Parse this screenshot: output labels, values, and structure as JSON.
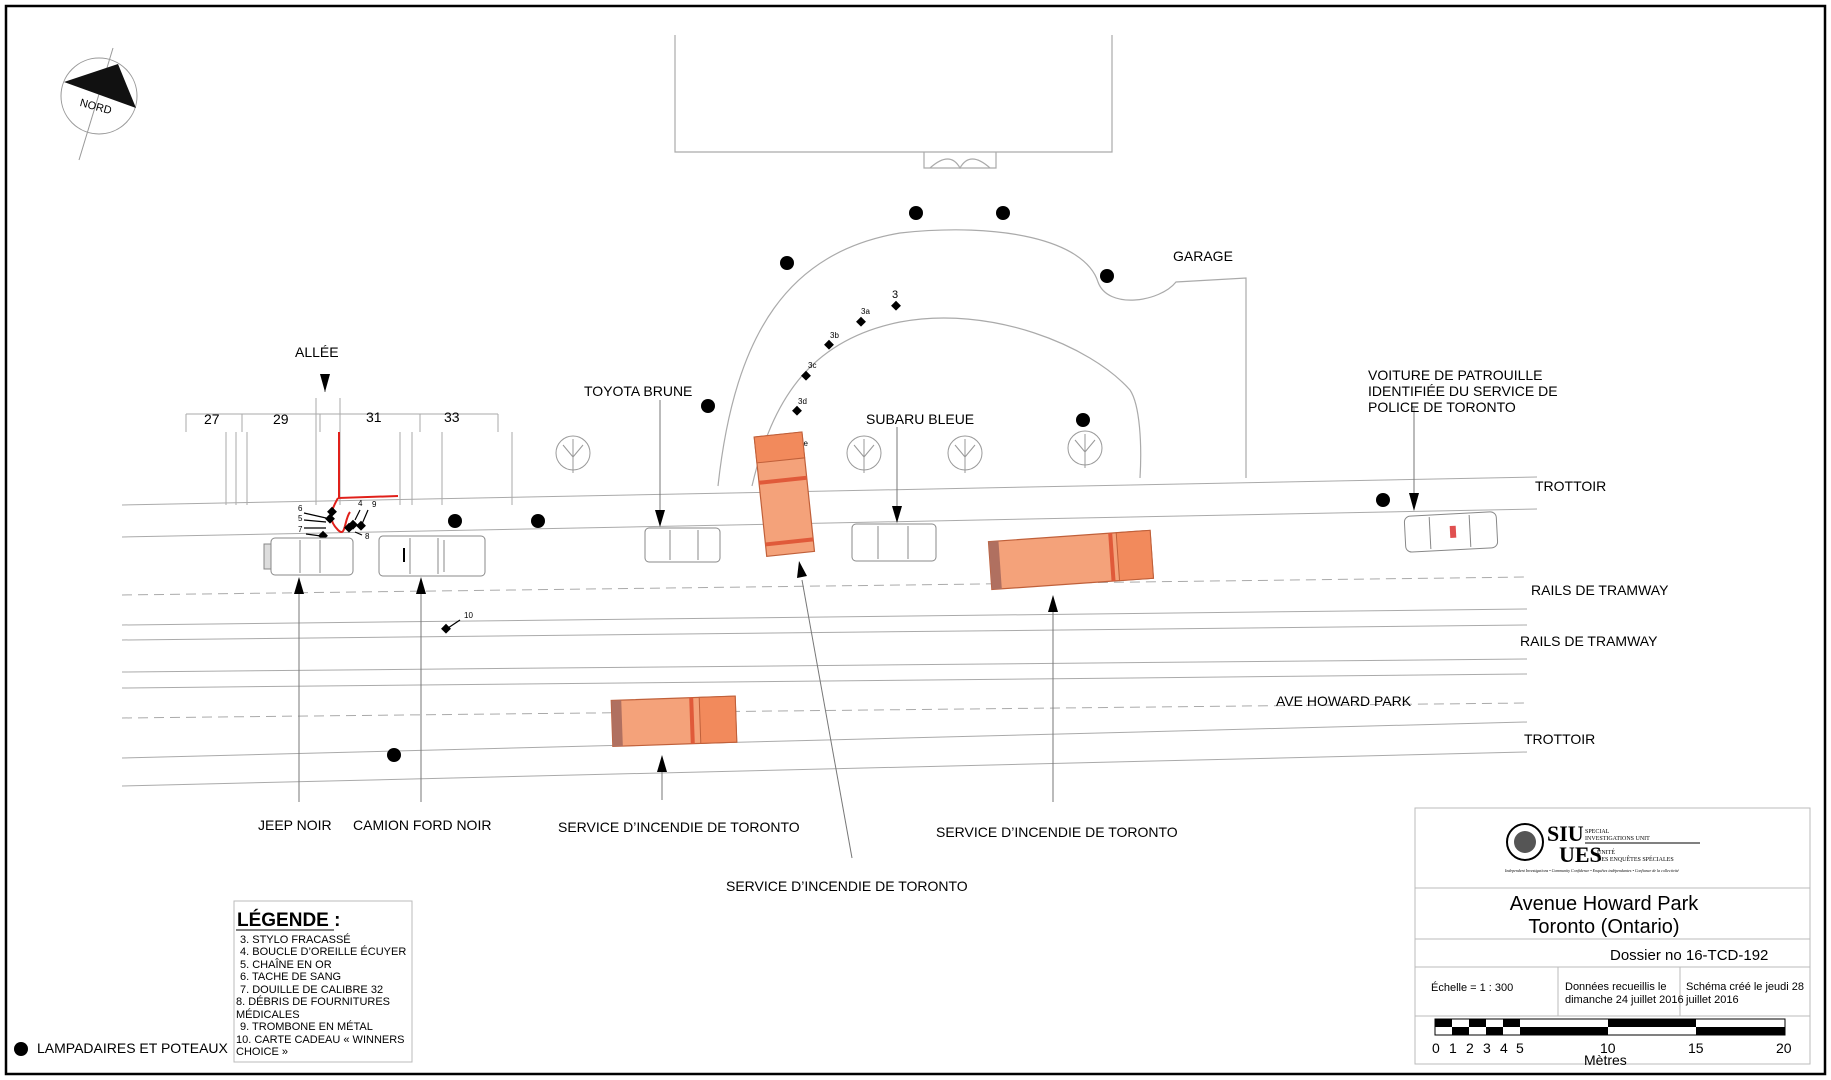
{
  "compass": {
    "label": "NORD"
  },
  "labels": {
    "allee": "ALLÉE",
    "n27": "27",
    "n29": "29",
    "n31": "31",
    "n33": "33",
    "toyota": "TOYOTA BRUNE",
    "subaru": "SUBARU BLEUE",
    "garage": "GARAGE",
    "patrol": [
      "VOITURE DE PATROUILLE",
      "IDENTIFIÉE DU SERVICE DE",
      "POLICE DE TORONTO"
    ],
    "trottoir_top": "TROTTOIR",
    "rails1": "RAILS DE TRAMWAY",
    "rails2": "RAILS DE TRAMWAY",
    "ave": "AVE HOWARD PARK",
    "trottoir_bottom": "TROTTOIR",
    "jeep": "JEEP NOIR",
    "ford": "CAMION FORD NOIR",
    "fire1": "SERVICE D’INCENDIE DE TORONTO",
    "fire2": "SERVICE D’INCENDIE DE TORONTO",
    "fire3": "SERVICE D’INCENDIE DE TORONTO",
    "poles": "LAMPADAIRES ET POTEAUX"
  },
  "evidence": {
    "e3": "3",
    "e3a": "3a",
    "e3b": "3b",
    "e3c": "3c",
    "e3d": "3d",
    "e3e": "3e",
    "e4": "4",
    "e5": "5",
    "e6": "6",
    "e7": "7",
    "e8": "8",
    "e9": "9",
    "e10": "10"
  },
  "legend": {
    "title": "LÉGENDE :",
    "items": [
      "3. STYLO FRACASSÉ",
      "4. BOUCLE D’OREILLE ÉCUYER",
      "5. CHAÎNE EN OR",
      "6. TACHE DE SANG",
      "7. DOUILLE DE CALIBRE 32",
      "8. DÉBRIS DE FOURNITURES",
      "MÉDICALES",
      "9. TROMBONE EN MÉTAL",
      "10. CARTE CADEAU « WINNERS",
      "CHOICE »"
    ]
  },
  "titleblock": {
    "logo_siu": "SIU",
    "logo_ues": "UES",
    "logo_special": "SPECIAL",
    "logo_unit": "INVESTIGATIONS UNIT",
    "logo_unite": "UNITÉ",
    "logo_enquetes": "DES ENQUÊTES SPÉCIALES",
    "logo_motto": "Independent Investigations • Community Confidence • Enquêtes indépendantes • Confiance de la collectivité",
    "place1": "Avenue Howard Park",
    "place2": "Toronto (Ontario)",
    "dossier": "Dossier no 16-TCD-192",
    "scale": "Échelle = 1 : 300",
    "collected1": "Données recueillis le",
    "collected2": "dimanche 24 juillet 2016",
    "created1": "Schéma créé le jeudi 28",
    "created2": "juillet 2016",
    "ticks": [
      "0",
      "1",
      "2",
      "3",
      "4",
      "5",
      "10",
      "15",
      "20"
    ],
    "unit": "Mètres"
  },
  "colors": {
    "fire_truck": "#f4a27a",
    "fire_dark": "#c0603a",
    "evidence_line": "#e0201a"
  }
}
